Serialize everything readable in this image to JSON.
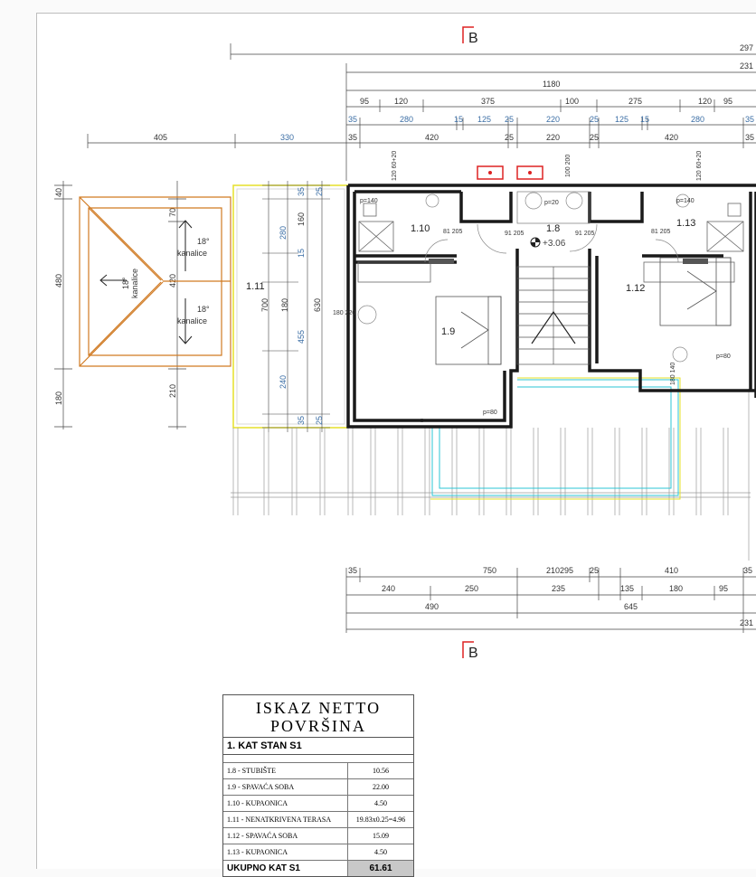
{
  "section_marks": [
    "B",
    "B"
  ],
  "dims_top": {
    "r1": "297",
    "r2": "231",
    "r3": "1180",
    "r4": [
      "95",
      "120",
      "375",
      "100",
      "275",
      "120",
      "95"
    ],
    "r5": [
      "35",
      "280",
      "15",
      "125",
      "25",
      "220",
      "25",
      "125",
      "15",
      "280",
      "35"
    ],
    "r6": [
      "405",
      "330",
      "35",
      "420",
      "25",
      "220",
      "25",
      "420",
      "35"
    ]
  },
  "dims_bottom": {
    "r1": [
      "35",
      "750",
      "210295",
      "25",
      "410",
      "35"
    ],
    "r2": [
      "240",
      "250",
      "235",
      "135",
      "180",
      "95"
    ],
    "r3": [
      "490",
      "645"
    ],
    "r4": "231"
  },
  "dims_left": [
    "40",
    "480",
    "180",
    "70",
    "420",
    "210"
  ],
  "dims_inner": [
    "35",
    "25",
    "160",
    "280",
    "15",
    "700",
    "630",
    "180",
    "455",
    "240",
    "35",
    "25"
  ],
  "door_tags": [
    "120\n60+20",
    "100\n200",
    "120\n60+20",
    "180\n220",
    "81\n205",
    "91\n205",
    "91\n205",
    "81\n205",
    "180\n140"
  ],
  "labels": {
    "p140a": "p=140",
    "p20": "p=20",
    "p140b": "p=140",
    "p80a": "p=80",
    "p80b": "p=80",
    "level": "+3.06",
    "slope": "18°",
    "kanalice": "kanalice"
  },
  "rooms": [
    "1.10",
    "1.8",
    "1.13",
    "1.11",
    "1.9",
    "1.12"
  ],
  "table": {
    "title1": "ISKAZ NETTO",
    "title2": "POVRŠINA",
    "subtitle": "1. KAT STAN S1",
    "rows": [
      {
        "name": "1.8 - STUBIŠTE",
        "value": "10.56"
      },
      {
        "name": "1.9 - SPAVAĆA SOBA",
        "value": "22.00"
      },
      {
        "name": "1.10 - KUPAONICA",
        "value": "4.50"
      },
      {
        "name": "1.11 - NENATKRIVENA TERASA",
        "value": "19.83x0.25=4.96"
      },
      {
        "name": "1.12 - SPAVAĆA SOBA",
        "value": "15.09"
      },
      {
        "name": "1.13 - KUPAONICA",
        "value": "4.50"
      }
    ],
    "total_label": "UKUPNO KAT S1",
    "total_value": "61.61"
  },
  "colors": {
    "wall": "#1a1a1a",
    "roof": "#d07a22",
    "terrace": "#e6e12a",
    "glass": "#2bc6d4",
    "dim_blue": "#3b6ea5",
    "red_mark": "#d22"
  }
}
